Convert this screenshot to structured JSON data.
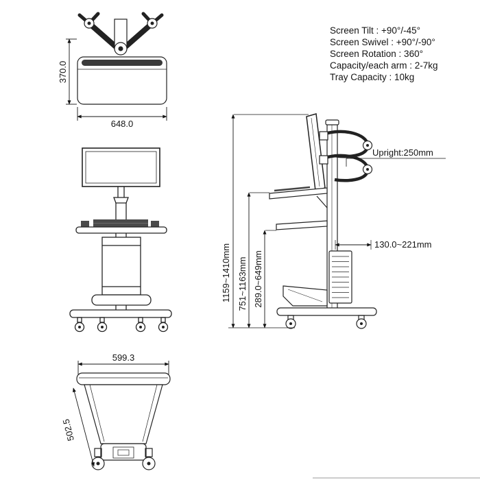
{
  "specs": {
    "lines": [
      "Screen Tilt : +90°/-45°",
      "Screen Swivel : +90°/-90°",
      "Screen Rotation : 360°",
      "Capacity/each arm : 2-7kg",
      "Tray Capacity : 10kg"
    ]
  },
  "dimensions": {
    "top_view": {
      "height_mm": "370.0",
      "width_mm": "648.0"
    },
    "side_view": {
      "upright_travel": "Upright:250mm",
      "depth_range": "130.0~221mm",
      "overall_height_range": "1159~1410mm",
      "tray_height_range": "751~1163mm",
      "shelf_height_range": "289.0~649mm"
    },
    "bottom_view": {
      "width_mm": "599.3",
      "depth_mm": "502.5"
    }
  },
  "colors": {
    "ink": "#141414",
    "background": "#ffffff"
  }
}
